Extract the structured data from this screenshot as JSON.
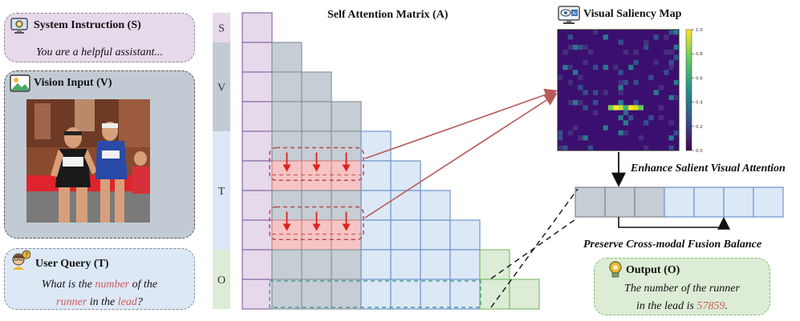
{
  "system_panel": {
    "title": "System Instruction (S)",
    "text": "You are a helpful assistant..."
  },
  "vision_panel": {
    "title": "Vision Input (V)"
  },
  "query_panel": {
    "title": "User Query (T)",
    "line1_a": "What is the ",
    "line1_hl": "number",
    "line1_b": " of the",
    "line2_hl1": "runner",
    "line2_a": " in the ",
    "line2_hl2": "lead",
    "line2_b": "?"
  },
  "matrix": {
    "title": "Self Attention Matrix (A)",
    "segments": [
      "S",
      "V",
      "T",
      "O"
    ]
  },
  "saliency": {
    "title": "Visual Saliency Map",
    "colorbar_ticks": [
      "1.0",
      "0.8",
      "0.6",
      "0.4",
      "0.2",
      "0.0"
    ]
  },
  "enhance_label": "Enhance Salient Visual Attention",
  "preserve_label": "Preserve Cross-modal Fusion Balance",
  "output_panel": {
    "title": "Output (O)",
    "line1": "The number of the runner",
    "line2_a": "in the lead is ",
    "line2_hl": "57859",
    "line2_b": "."
  },
  "colors": {
    "system": "#e6d9ec",
    "vision": "#c2cbd3",
    "query": "#dde8f7",
    "output": "#dcecd6",
    "highlight": "#d05a5a"
  }
}
